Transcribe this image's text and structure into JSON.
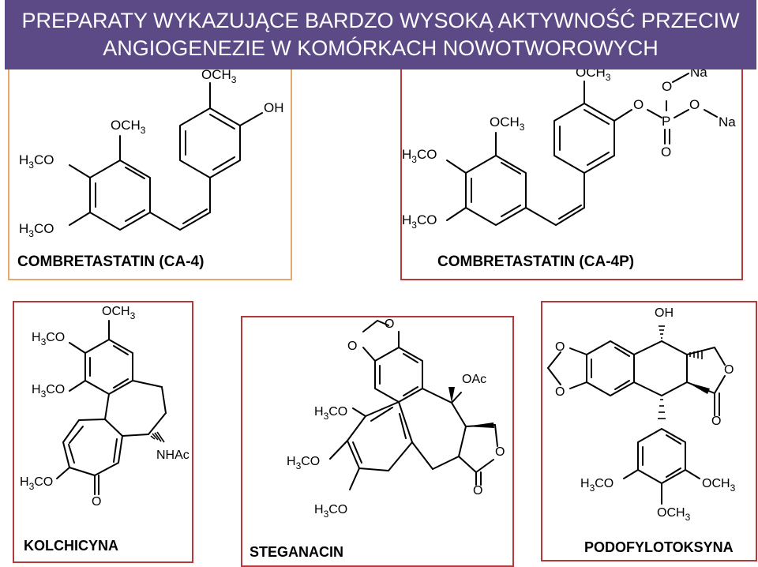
{
  "title": {
    "line1": "PREPARATY WYKAZUJĄCE BARDZO WYSOKĄ AKTYWNOŚĆ PRZECIW",
    "line2": "ANGIOGENEZIE W KOMÓRKACH NOWOTWOROWYCH"
  },
  "colors": {
    "banner": "#5b4a86",
    "panel_orange": "#e8a86a",
    "panel_red": "#b23a3a"
  },
  "compounds": [
    {
      "name": "COMBRETASTATIN (CA-4)",
      "labels": {
        "h3co_a": "H",
        "h3co_a_sub": "3",
        "h3co_a_tail": "CO",
        "h3co_b": "H",
        "h3co_b_sub": "3",
        "h3co_b_tail": "CO",
        "och3_a": "OCH",
        "och3_a_sub": "3",
        "och3_b": "OCH",
        "och3_b_sub": "3",
        "oh": "OH"
      }
    },
    {
      "name": "COMBRETASTATIN (CA-4P)",
      "labels": {
        "h3co_a": "H",
        "h3co_a_sub": "3",
        "h3co_a_tail": "CO",
        "h3co_b": "H",
        "h3co_b_sub": "3",
        "h3co_b_tail": "CO",
        "och3_a": "OCH",
        "och3_a_sub": "3",
        "och3_b": "OCH",
        "och3_b_sub": "3",
        "o1": "O",
        "o2": "O",
        "o3": "O",
        "o4": "O",
        "p": "P",
        "na1": "Na",
        "na2": "Na"
      }
    },
    {
      "name": "KOLCHICYNA",
      "labels": {
        "och3": "OCH",
        "och3_sub": "3",
        "h3co_a": "H",
        "h3co_a_sub": "3",
        "h3co_a_tail": "CO",
        "h3co_b": "H",
        "h3co_b_sub": "3",
        "h3co_b_tail": "CO",
        "h3co_c": "H",
        "h3co_c_sub": "3",
        "h3co_c_tail": "CO",
        "nhac": "NHAc",
        "o": "O"
      }
    },
    {
      "name": "STEGANACIN",
      "labels": {
        "o1": "O",
        "o2": "O",
        "oac": "OAc",
        "h3co_a": "H",
        "h3co_a_sub": "3",
        "h3co_a_tail": "CO",
        "h3co_b": "H",
        "h3co_b_sub": "3",
        "h3co_b_tail": "CO",
        "h3co_c": "H",
        "h3co_c_sub": "3",
        "h3co_c_tail": "CO",
        "o_ring": "O",
        "o_keto": "O"
      }
    },
    {
      "name": "PODOFYLOTOKSYNA",
      "labels": {
        "oh": "OH",
        "o1": "O",
        "o2": "O",
        "o_ring": "O",
        "o_keto": "O",
        "h3co": "H",
        "h3co_sub": "3",
        "h3co_tail": "CO",
        "och3_a": "OCH",
        "och3_a_sub": "3",
        "och3_b": "OCH",
        "och3_b_sub": "3"
      }
    }
  ]
}
